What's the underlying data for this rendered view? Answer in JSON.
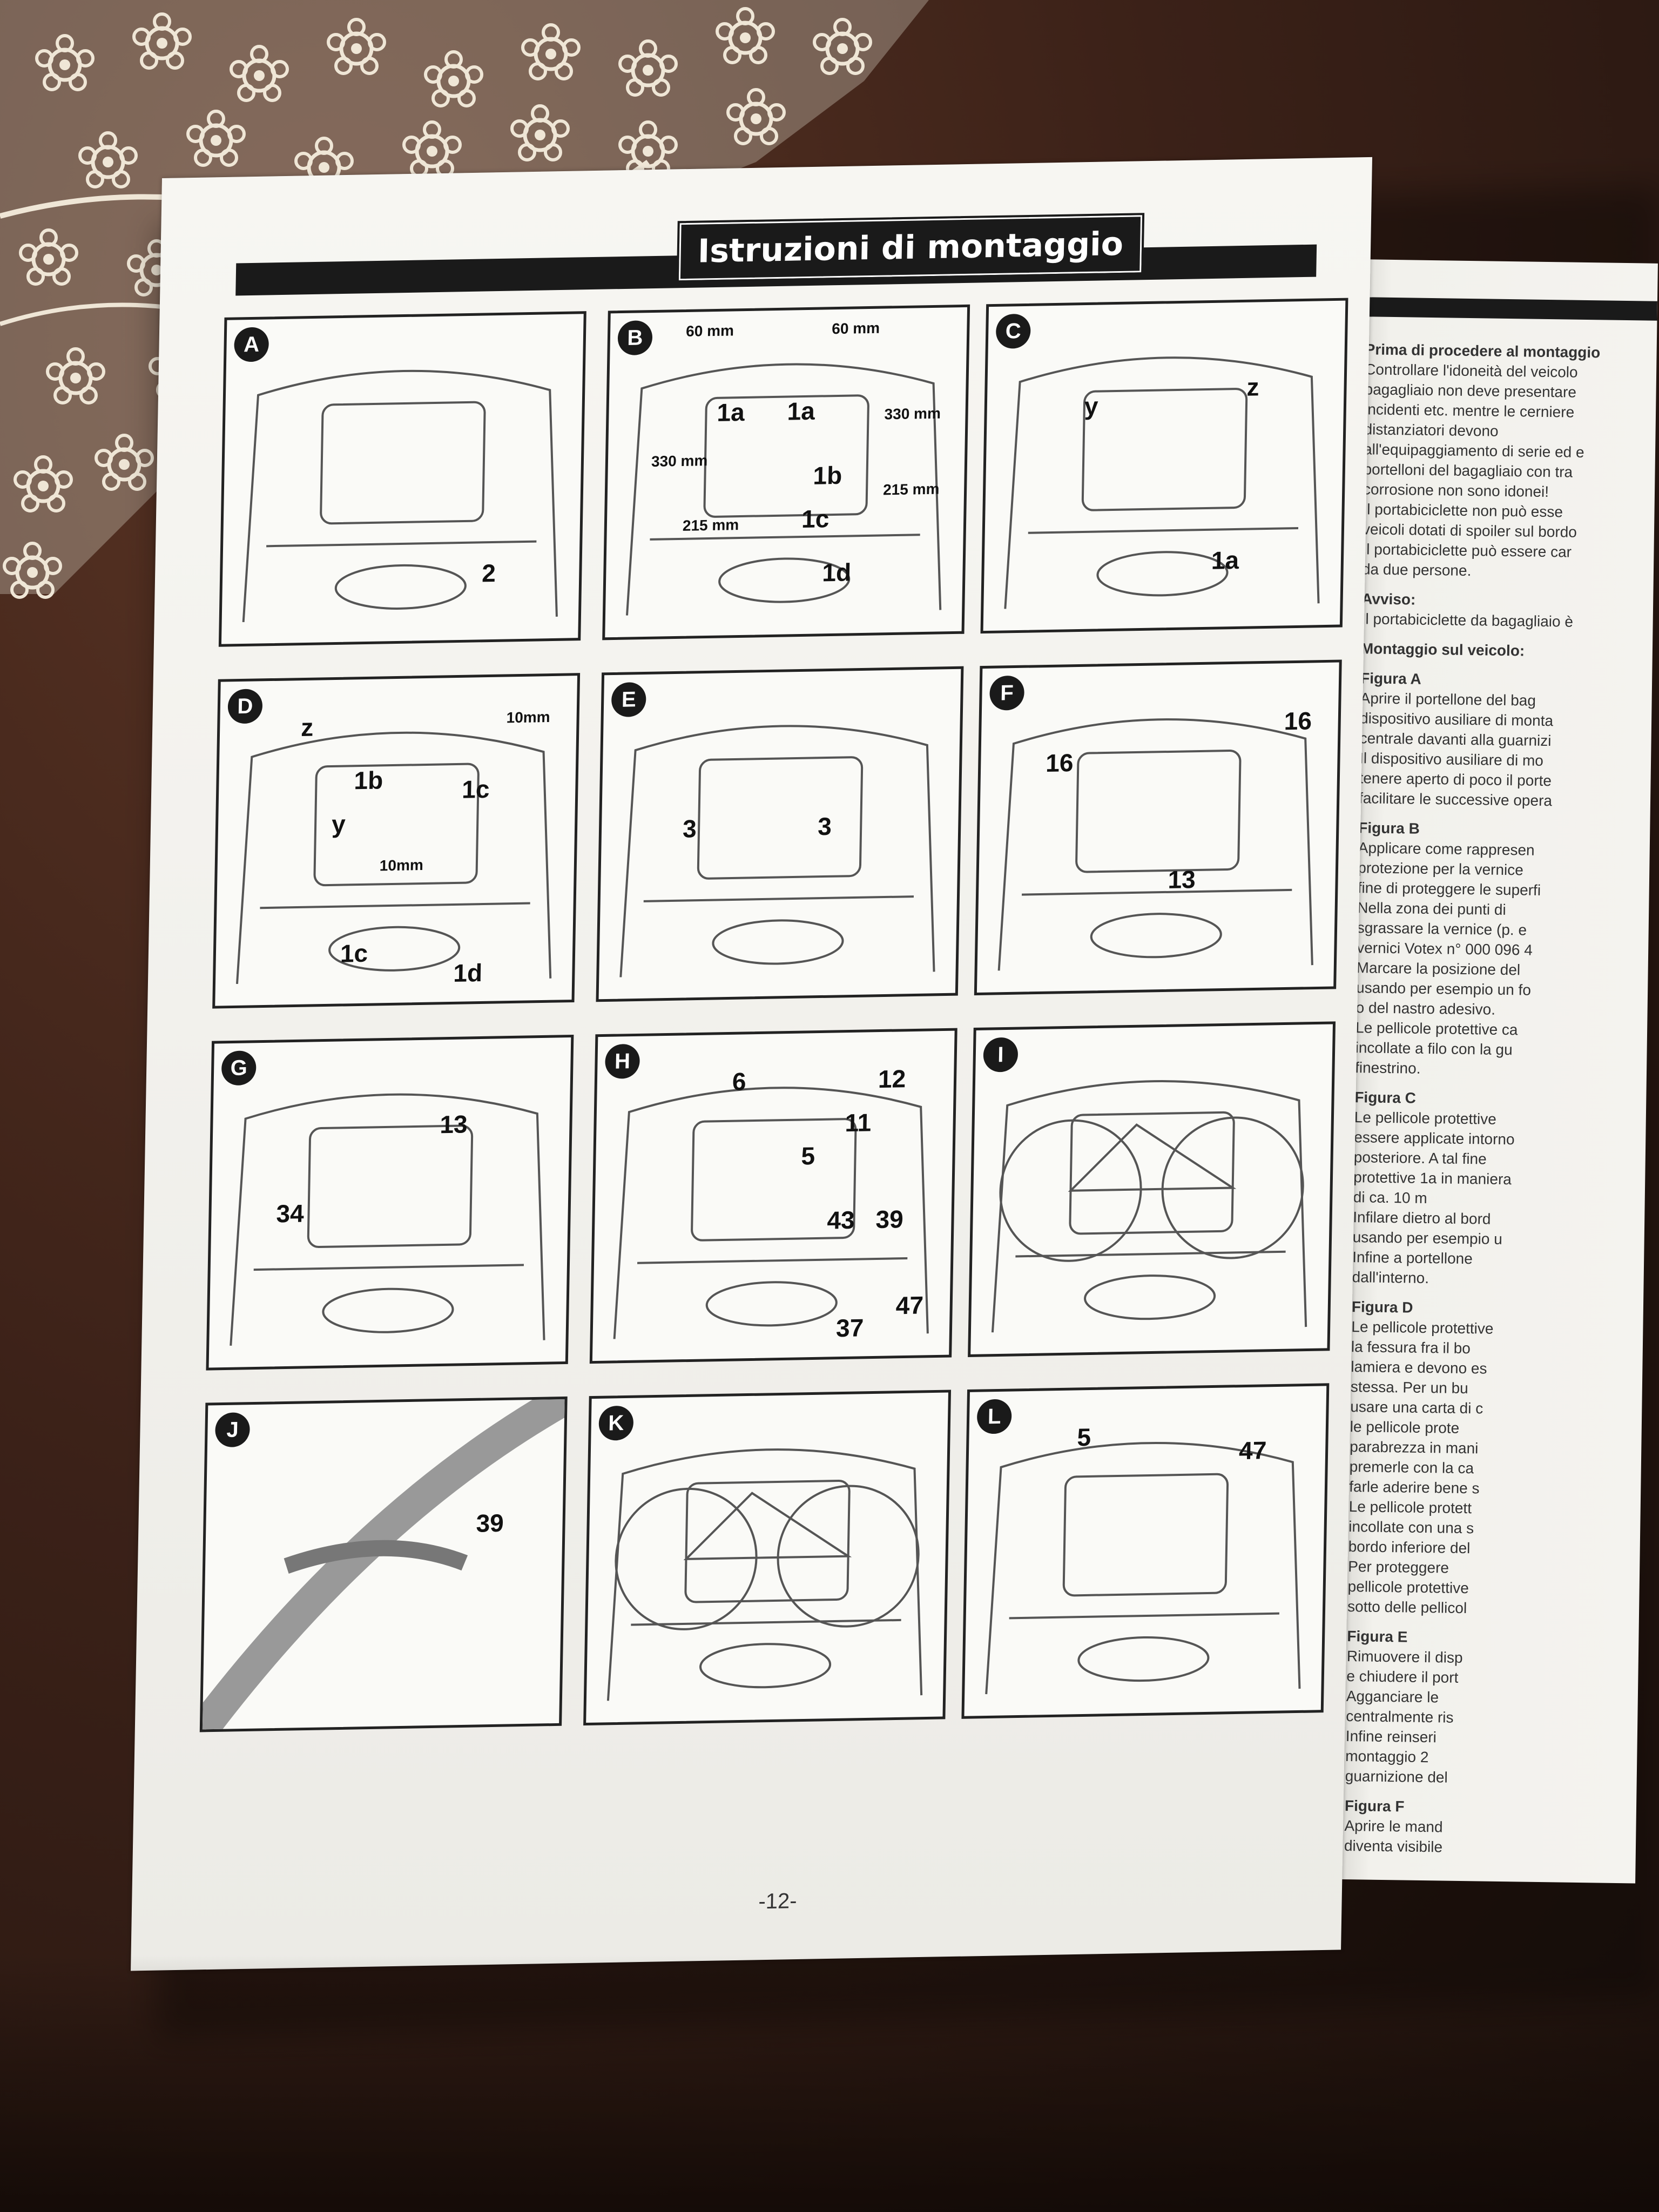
{
  "manual": {
    "title": "Istruzioni di montaggio",
    "page_number": "-12-"
  },
  "panels": [
    {
      "letter": "A",
      "callouts": [
        "2"
      ]
    },
    {
      "letter": "B",
      "callouts": [
        "60 mm",
        "60 mm",
        "1a",
        "1a",
        "330 mm",
        "330 mm",
        "1b",
        "1c",
        "215 mm",
        "215 mm",
        "1d"
      ]
    },
    {
      "letter": "C",
      "callouts": [
        "y",
        "z",
        "1a"
      ]
    },
    {
      "letter": "D",
      "callouts": [
        "z",
        "1b",
        "y",
        "1c",
        "10mm",
        "10mm",
        "1c",
        "1d"
      ]
    },
    {
      "letter": "E",
      "callouts": [
        "3",
        "3"
      ]
    },
    {
      "letter": "F",
      "callouts": [
        "16",
        "16",
        "13"
      ]
    },
    {
      "letter": "G",
      "callouts": [
        "13",
        "34"
      ]
    },
    {
      "letter": "H",
      "callouts": [
        "6",
        "12",
        "11",
        "5",
        "43",
        "39",
        "37",
        "47"
      ]
    },
    {
      "letter": "I",
      "callouts": []
    },
    {
      "letter": "J",
      "callouts": [
        "39"
      ]
    },
    {
      "letter": "K",
      "callouts": []
    },
    {
      "letter": "L",
      "callouts": [
        "5",
        "47"
      ]
    }
  ],
  "right_page": {
    "lines": [
      "Prima di procedere al montaggio",
      "Controllare l'idoneità del veicolo",
      "bagagliaio non deve presentare",
      "incidenti etc. mentre le cerniere",
      "distanziatori devono",
      "all'equipaggiamento di serie ed e",
      "portelloni del bagagliaio con tra",
      "corrosione non sono idonei!",
      "Il portabiciclette non può esse",
      "veicoli dotati di spoiler sul bordo",
      "Il portabiciclette può essere car",
      "da due persone.",
      "Avviso:",
      "Il portabiciclette da bagagliaio è",
      "Montaggio sul veicolo:",
      "Figura A",
      "Aprire il portellone del bag",
      "dispositivo ausiliare di monta",
      "centrale davanti alla guarnizi",
      "Il dispositivo ausiliare di mo",
      "tenere aperto di poco il porte",
      "facilitare le successive opera",
      "Figura B",
      "Applicare come rappresen",
      "protezione per la vernice",
      "fine di proteggere le superfi",
      "Nella zona dei punti di",
      "sgrassare la vernice (p. e",
      "vernici Votex n° 000 096 4",
      "Marcare la posizione del",
      "usando per esempio un fo",
      "o del nastro adesivo.",
      "Le pellicole protettive ca",
      "incollate a filo con la gu",
      "finestrino.",
      "Figura C",
      "Le pellicole protettive",
      "essere applicate intorno",
      "posteriore. A tal fine",
      "protettive 1a in maniera",
      "di ca. 10 m",
      "Infilare dietro al bord",
      "usando per esempio u",
      "Infine a portellone",
      "dall'interno.",
      "Figura D",
      "Le pellicole protettive",
      "la fessura fra il bo",
      "lamiera e devono es",
      "stessa. Per un bu",
      "usare una carta di c",
      "le pellicole prote",
      "parabrezza in mani",
      "premerle con la ca",
      "farle aderire bene s",
      "Le pellicole protett",
      "incollate con una s",
      "bordo inferiore del",
      "Per proteggere",
      "pellicole protettive",
      "sotto delle pellicol",
      "Figura E",
      "Rimuovere il disp",
      "e chiudere il port",
      "Agganciare le",
      "centralmente ris",
      "Infine reinseri",
      "montaggio 2",
      "guarnizione del",
      "Figura F",
      "Aprire le mand",
      "diventa visibile"
    ]
  },
  "colors": {
    "table": "#3b2118",
    "paper": "#f4f3ef",
    "ink": "#1a1a1a"
  }
}
